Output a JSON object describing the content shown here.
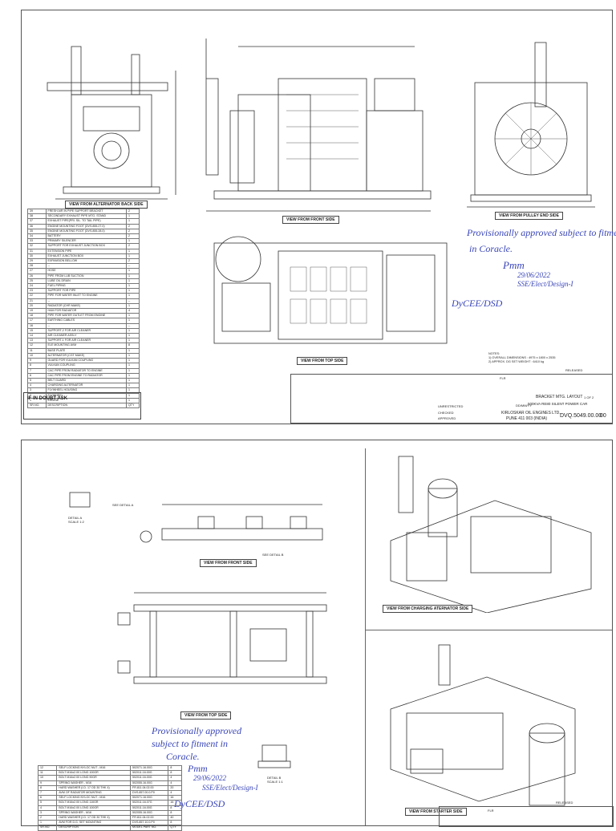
{
  "sheet1": {
    "views": {
      "alternator_back": "VIEW FROM ALTERNATOR BACK SIDE",
      "front": "VIEW FROM FRONT SIDE",
      "pulley_end": "VIEW FROM PULLEY END SIDE",
      "top": "VIEW FROM TOP SIDE"
    },
    "parts_list": {
      "header": {
        "no": "SR.NO.",
        "desc": "DESCRIPTION",
        "qty": "QTY"
      },
      "rows": [
        {
          "no": "39",
          "desc": "FRESH AIR IN PIPE SUPPORT BRACKET",
          "qty": "2"
        },
        {
          "no": "38",
          "desc": "SECONDARY EXHAUST PIPE MTG. STAND",
          "qty": "1"
        },
        {
          "no": "37",
          "desc": "EXHAUST PIPE(PRI. SIL. TO TAIL PIPE)",
          "qty": "1"
        },
        {
          "no": "36",
          "desc": "ENGINE MOUNTING FOOT (DVS.855.27.0)",
          "qty": "2"
        },
        {
          "no": "35",
          "desc": "ENGINE MOUNTING FOOT (DVS.855.28.0)",
          "qty": "2"
        },
        {
          "no": "34",
          "desc": "BATTERY",
          "qty": "2"
        },
        {
          "no": "33",
          "desc": "PRIMARY SILENCER",
          "qty": "1"
        },
        {
          "no": "32",
          "desc": "SUPPORT FOR EXHAUST JUNCTION BOX",
          "qty": "2"
        },
        {
          "no": "31",
          "desc": "EXTENSION PIPE",
          "qty": "1"
        },
        {
          "no": "30",
          "desc": "EXHAUST JUNCTION BOX",
          "qty": "1"
        },
        {
          "no": "29",
          "desc": "EXPANSION BELLOW",
          "qty": "2"
        },
        {
          "no": "28",
          "desc": "--",
          "qty": "--"
        },
        {
          "no": "27",
          "desc": "HOSE",
          "qty": "1"
        },
        {
          "no": "26",
          "desc": "PIPE FROM LUB SUCTION",
          "qty": "1"
        },
        {
          "no": "25",
          "desc": "LUBE OIL DRAIN",
          "qty": "1"
        },
        {
          "no": "24",
          "desc": "FUEL PIPING",
          "qty": "1"
        },
        {
          "no": "23",
          "desc": "SUPPORT FOR PIPE",
          "qty": "1"
        },
        {
          "no": "22",
          "desc": "PIPE FOR WATER INLET TO ENGINE",
          "qty": "1"
        },
        {
          "no": "21",
          "desc": "--",
          "qty": "--"
        },
        {
          "no": "20",
          "desc": "RADIATOR (CHR MAKE)",
          "qty": "1"
        },
        {
          "no": "19",
          "desc": "HAM FOR RADIATOR",
          "qty": "4"
        },
        {
          "no": "18",
          "desc": "PIPE FOR WATER OUTLET FROM ENGINE",
          "qty": "1"
        },
        {
          "no": "17",
          "desc": "EARTHING CABLES",
          "qty": "1"
        },
        {
          "no": "16",
          "desc": "--",
          "qty": "--"
        },
        {
          "no": "15",
          "desc": "SUPPORT-2 FOR AIR CLEANER",
          "qty": "1"
        },
        {
          "no": "14",
          "desc": "AIR CLEANER ASSLY",
          "qty": "1"
        },
        {
          "no": "13",
          "desc": "SUPPORT-1 FOR AIR CLEANER",
          "qty": "1"
        },
        {
          "no": "12",
          "desc": "ELE MOUNTING AVM",
          "qty": "8"
        },
        {
          "no": "11",
          "desc": "BASE PLATE",
          "qty": "1"
        },
        {
          "no": "10",
          "desc": "ALTERNATOR (CGT MAKE)",
          "qty": "1"
        },
        {
          "no": "9",
          "desc": "GUARD FOR VULKAN COUPLING",
          "qty": "1"
        },
        {
          "no": "8",
          "desc": "VULKAN COUPLING",
          "qty": "1"
        },
        {
          "no": "7",
          "desc": "CAC PIPE FROM RADIATOR TO ENGINE",
          "qty": "1"
        },
        {
          "no": "6",
          "desc": "CAC PIPE FROM ENGINE TO RADIATOR",
          "qty": "1"
        },
        {
          "no": "5",
          "desc": "BELT GUARD",
          "qty": "1"
        },
        {
          "no": "4",
          "desc": "CHARGING ALTERNATOR",
          "qty": "1"
        },
        {
          "no": "3",
          "desc": "FLYWHEEL HOUSING",
          "qty": "1"
        },
        {
          "no": "2",
          "desc": "FLYWHEEL",
          "qty": "1"
        },
        {
          "no": "1",
          "desc": "ENGINE",
          "qty": "1"
        }
      ]
    },
    "doubt_box": "IF IN DOUBT ASK",
    "handwritten": {
      "line1": "Provisionally approved subject to fitment",
      "line2": "in Coracle.",
      "sig": "Pmm",
      "date": "29/06/2022",
      "dept": "SSE/Elect/Design-I",
      "sig2": "DyCEE/DSD"
    },
    "notes": {
      "title": "NOTES:",
      "n1": "1) OVERALL DIMENSIONS : 4975 x 1800 x 2535",
      "n2": "2) APPROX. DG SET WEIGHT : 6410 kg"
    },
    "title_block": {
      "drawn": "FLR",
      "unrestricted": "UNRESTRICTED",
      "checked": "CHECKED",
      "approved": "APPROVED",
      "title": "BRACKET MTG. LAYOUT",
      "subtitle": "500KVA RE80 SILENT POWER CAR",
      "company": "KIRLOSKAR OIL ENGINES LTD.,",
      "city": "PUNE 411 003 (INDIA)",
      "drawing_no": "DVQ.5049.00.00",
      "rev": "00",
      "sheet": "1 OF 2",
      "status": "RELEASED",
      "date": "DD/MM/YY"
    }
  },
  "sheet2": {
    "views": {
      "front": "VIEW FROM FRONT SIDE",
      "top": "VIEW FROM TOP SIDE",
      "charging": "VIEW FROM CHARGING ATERNATOR SIDE",
      "starter": "VIEW FROM STARTER SIDE"
    },
    "details": {
      "a": "DETAIL A",
      "a_scale": "SCALE 1:2",
      "b": "DETAIL B",
      "b_scale": "SCALE 1:1",
      "see_a": "SEE DETAIL A",
      "see_b": "SEE DETAIL B"
    },
    "parts_list": {
      "header": {
        "no": "SR.NO.",
        "desc": "DESCRIPTION",
        "part": "MODEL PART NO.",
        "qty": "QTY"
      },
      "rows": [
        {
          "no": "12",
          "desc": "SELF LOCKING NYLOC NUT - M16",
          "part": "502071.16.00G",
          "qty": "8"
        },
        {
          "no": "11",
          "desc": "BOLT M16x2.00 LONG 100GR",
          "part": "502011.16.00G",
          "qty": "8"
        },
        {
          "no": "10",
          "desc": "BOLT M16x2.00 LONG 90GR",
          "part": "502011.16.00G",
          "qty": "4"
        },
        {
          "no": "9",
          "desc": "SPRING WASHER - M16",
          "part": "502055.16.00G",
          "qty": "4"
        },
        {
          "no": "8",
          "desc": "HARD WASHER (I.D. 17 OD 30 THK 4)",
          "part": "FR.811.04.02.00",
          "qty": "20"
        },
        {
          "no": "7",
          "desc": "AVM OF RADIATOR MOUNTING",
          "part": "DVS.857.00.0.P0",
          "qty": "4"
        },
        {
          "no": "6",
          "desc": "SELF LOCKING NYLOC NUT - M16",
          "part": "502071.16.00G",
          "qty": "16"
        },
        {
          "no": "5",
          "desc": "BOLT M16x2.00 LONG 110GR",
          "part": "502011.16.07G",
          "qty": "16"
        },
        {
          "no": "4",
          "desc": "BOLT M16x2.00 LONG 100GR",
          "part": "502011.16.00G",
          "qty": "8"
        },
        {
          "no": "3",
          "desc": "SPRING WASHER - M16",
          "part": "502055.16.00G",
          "qty": "8"
        },
        {
          "no": "2",
          "desc": "HARD WASHER (I.D. 17 OD 30 THK 4)",
          "part": "FR.811.04.02.00",
          "qty": "40"
        },
        {
          "no": "1",
          "desc": "AVM FOR D.G. SET MOUNTING",
          "part": "DVS.857.10.0.P0",
          "qty": "8"
        }
      ]
    },
    "handwritten": {
      "line1": "Provisionally approved",
      "line2": "subject to fitment in",
      "line3": "Coracle.",
      "sig": "Pmm",
      "date": "29/06/2022",
      "dept": "SSE/Elect/Design-I",
      "sig2": "DyCEE/DSD"
    },
    "title_block": {
      "drawn": "FLR",
      "status": "RELEASED"
    }
  }
}
